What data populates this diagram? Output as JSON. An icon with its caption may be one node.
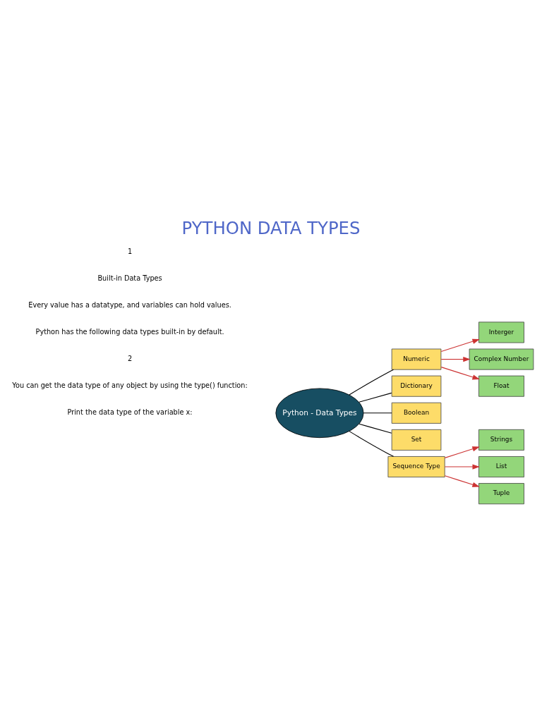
{
  "diagram": {
    "title": "PYTHON DATA TYPES",
    "nodes": [
      {
        "text": [
          "Python - Data Types"
        ]
      },
      {
        "text": [
          "Numeric"
        ]
      },
      {
        "text": [
          "Dictionary"
        ]
      },
      {
        "text": [
          "Boolean"
        ]
      },
      {
        "text": [
          "Set"
        ]
      },
      {
        "text": [
          "Sequence Type"
        ]
      },
      {
        "text": [
          "Interger"
        ]
      },
      {
        "text": [
          "Complex Number"
        ]
      },
      {
        "text": [
          "Float"
        ]
      },
      {
        "text": [
          "Strings"
        ]
      },
      {
        "text": [
          "List"
        ]
      },
      {
        "text": [
          "Tuple"
        ]
      }
    ],
    "edges": [
      {
        "from": 0,
        "to": 1,
        "arrow": "none",
        "color": "#000000"
      },
      {
        "from": 0,
        "to": 2,
        "arrow": "none",
        "color": "#000000"
      },
      {
        "from": 0,
        "to": 3,
        "arrow": "none",
        "color": "#000000"
      },
      {
        "from": 0,
        "to": 4,
        "arrow": "none",
        "color": "#000000"
      },
      {
        "from": 0,
        "to": 5,
        "arrow": "none",
        "color": "#000000"
      },
      {
        "from": 1,
        "to": 6,
        "arrow": "to"
      },
      {
        "from": 1,
        "to": 7,
        "arrow": "to"
      },
      {
        "from": 1,
        "to": 8,
        "arrow": "to"
      },
      {
        "from": 5,
        "to": 9,
        "arrow": "to"
      },
      {
        "from": 5,
        "to": 10,
        "arrow": "to"
      },
      {
        "from": 5,
        "to": 11,
        "arrow": "to"
      }
    ],
    "labels": [
      "1",
      "Built-in Data Types",
      "Every value has a datatype, and variables can hold values.",
      "Python has the following data types built-in by default.",
      "2",
      "You can get the data type of any object by using the type() function:",
      "Print the data type of the variable x:"
    ]
  }
}
